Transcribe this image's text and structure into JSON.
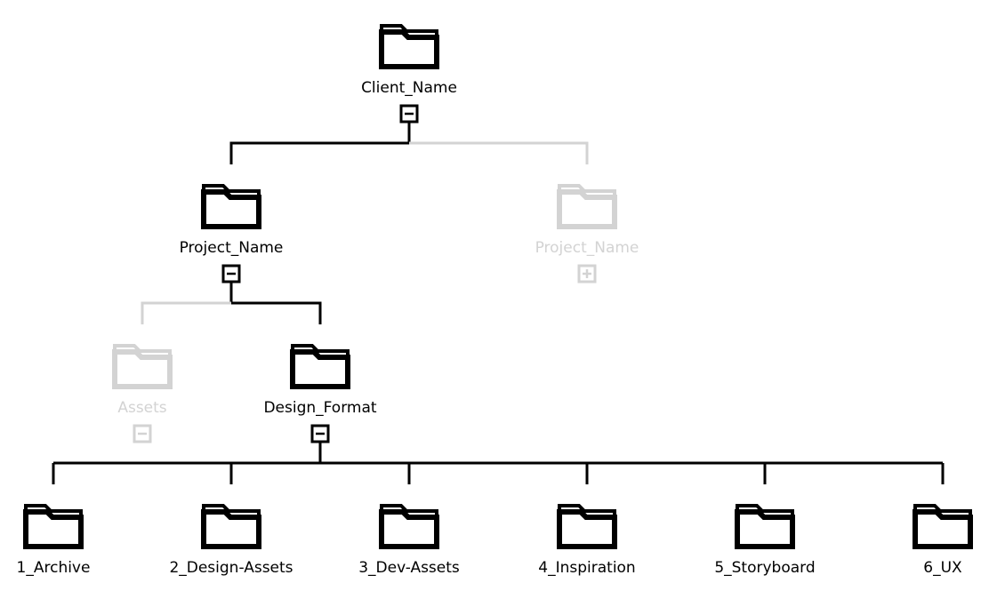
{
  "colors": {
    "active": "#000000",
    "inactive": "#d3d3d3",
    "background": "#ffffff"
  },
  "icons": {
    "folder": "folder-icon",
    "collapse": "collapse-minus-icon",
    "expand": "expand-plus-icon"
  },
  "tree": {
    "client": {
      "label": "Client_Name",
      "state": "active",
      "toggle": "collapse"
    },
    "project_active": {
      "label": "Project_Name",
      "state": "active",
      "toggle": "collapse"
    },
    "project_inactive": {
      "label": "Project_Name",
      "state": "inactive",
      "toggle": "expand"
    },
    "assets": {
      "label": "Assets",
      "state": "inactive",
      "toggle": "collapse"
    },
    "design_format": {
      "label": "Design_Format",
      "state": "active",
      "toggle": "collapse"
    },
    "leaves": [
      {
        "label": "1_Archive",
        "state": "active"
      },
      {
        "label": "2_Design-Assets",
        "state": "active"
      },
      {
        "label": "3_Dev-Assets",
        "state": "active"
      },
      {
        "label": "4_Inspiration",
        "state": "active"
      },
      {
        "label": "5_Storyboard",
        "state": "active"
      },
      {
        "label": "6_UX",
        "state": "active"
      }
    ]
  }
}
